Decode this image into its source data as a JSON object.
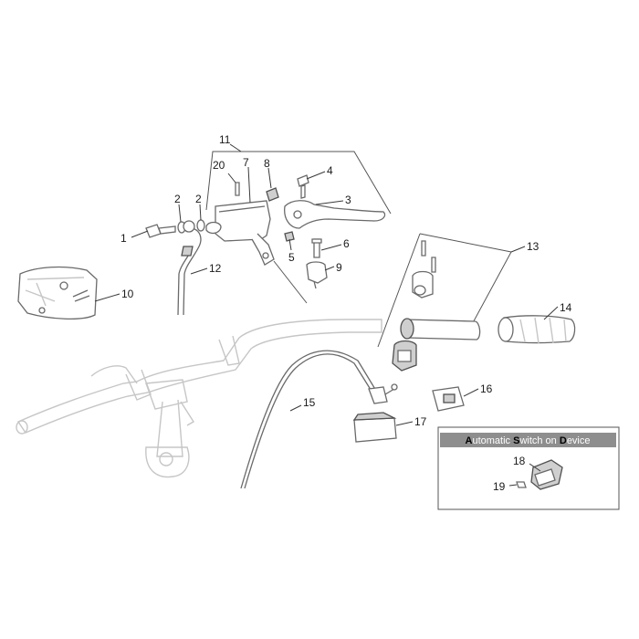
{
  "callouts": {
    "c1": "1",
    "c2a": "2",
    "c2b": "2",
    "c3": "3",
    "c4": "4",
    "c5": "5",
    "c6": "6",
    "c7": "7",
    "c8": "8",
    "c9": "9",
    "c10": "10",
    "c11": "11",
    "c12": "12",
    "c13": "13",
    "c14": "14",
    "c15": "15",
    "c16": "16",
    "c17": "17",
    "c18": "18",
    "c19": "19",
    "c20": "20"
  },
  "inset": {
    "title_segments": [
      {
        "text": "A",
        "cap": true
      },
      {
        "text": "utomatic ",
        "cap": false
      },
      {
        "text": "S",
        "cap": true
      },
      {
        "text": "witch on ",
        "cap": false
      },
      {
        "text": "D",
        "cap": true
      },
      {
        "text": "evice",
        "cap": false
      }
    ],
    "header_color": "#8e8e8e"
  },
  "colors": {
    "line": "#555555",
    "ghost": "#c6c6c6"
  }
}
